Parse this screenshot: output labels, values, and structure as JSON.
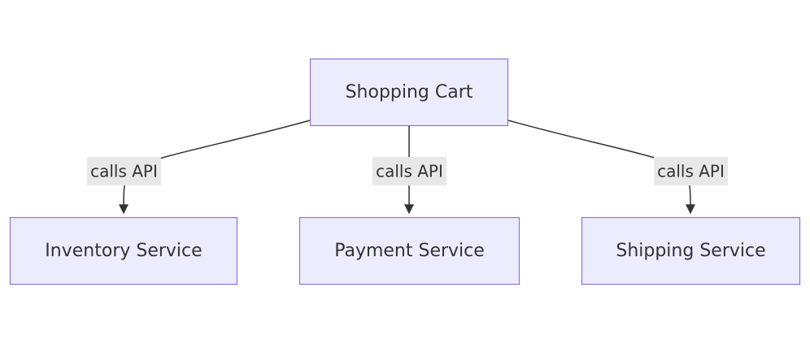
{
  "diagram": {
    "type": "flowchart",
    "direction": "top-down",
    "colors": {
      "node_fill": "#ECECFF",
      "node_stroke": "#9370DB",
      "edge": "#333333",
      "label_bg": "#E8E8E8",
      "text": "#333333"
    },
    "nodes": [
      {
        "id": "cart",
        "label": "Shopping Cart"
      },
      {
        "id": "inventory",
        "label": "Inventory Service"
      },
      {
        "id": "payment",
        "label": "Payment Service"
      },
      {
        "id": "shipping",
        "label": "Shipping Service"
      }
    ],
    "edges": [
      {
        "from": "cart",
        "to": "inventory",
        "label": "calls API"
      },
      {
        "from": "cart",
        "to": "payment",
        "label": "calls API"
      },
      {
        "from": "cart",
        "to": "shipping",
        "label": "calls API"
      }
    ]
  }
}
